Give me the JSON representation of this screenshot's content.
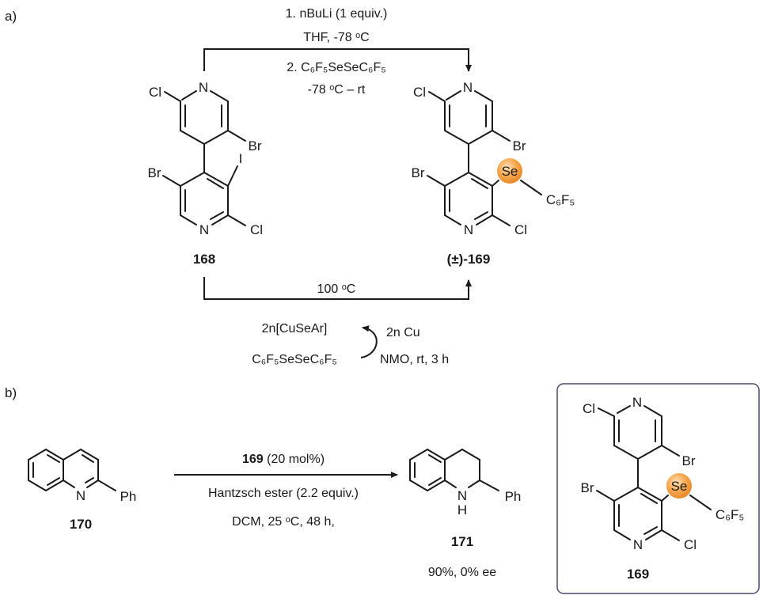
{
  "part_a": {
    "label": "a)",
    "conditions_top": {
      "line1": "1. nBuLi (1 equiv.)",
      "line2": "THF, -78 ᵒC",
      "line3": "2. C₆F₅SeSeC₆F₅",
      "line4": "-78 ᵒC – rt"
    },
    "compound_168": "168",
    "compound_169": "(±)-169",
    "conditions_bottom": "100 ᵒC",
    "cycle": {
      "product": "2n[CuSeAr]",
      "reagent_in": "C₆F₅SeSeC₆F₅",
      "cu": "2n Cu",
      "conditions": "NMO, rt, 3 h"
    }
  },
  "part_b": {
    "label": "b)",
    "compound_170": "170",
    "catalyst": "169",
    "catalyst_loading": "(20 mol%)",
    "reagent": "Hantzsch ester (2.2 equiv.)",
    "conditions": "DCM, 25 ᵒC, 48 h,",
    "compound_171": "171",
    "result": "90%, 0% ee",
    "box_compound": "169"
  },
  "atoms": {
    "cl": "Cl",
    "br": "Br",
    "n": "N",
    "i": "I",
    "se": "Se",
    "c6f5": "C₆F₅",
    "ph": "Ph",
    "h": "H"
  },
  "colors": {
    "se_highlight": "#f5a047",
    "box_border": "#4a4a6a"
  }
}
